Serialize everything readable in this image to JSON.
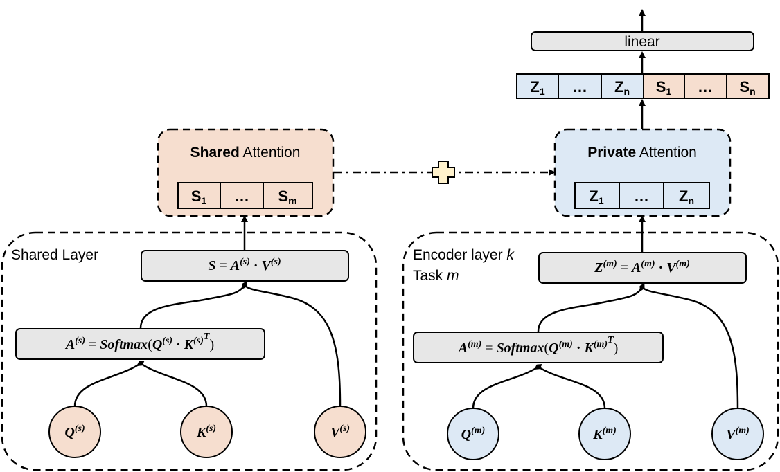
{
  "colors": {
    "shared_fill": "#F6DECF",
    "private_fill": "#DDE9F5",
    "formula_box_fill": "#E7E7E7",
    "plus_fill": "#FFF2CC",
    "stroke": "#000000"
  },
  "shared_attention": {
    "title_bold": "Shared",
    "title_rest": " Attention",
    "cells": [
      "S",
      "…",
      "S"
    ],
    "cell_subs": [
      "1",
      "",
      "m"
    ]
  },
  "private_attention": {
    "title_bold": "Private",
    "title_rest": " Attention",
    "cells": [
      "Z",
      "…",
      "Z"
    ],
    "cell_subs": [
      "1",
      "",
      "n"
    ]
  },
  "output": {
    "linear_label": "linear",
    "cells": [
      "Z",
      "…",
      "Z",
      "S",
      "…",
      "S"
    ],
    "cell_subs": [
      "1",
      "",
      "n",
      "1",
      "",
      "n"
    ]
  },
  "shared_layer": {
    "label": "Shared Layer",
    "out_formula": {
      "lhs": "S",
      "eq": " = ",
      "a": "A",
      "a_sup": "(s)",
      "dot": " · ",
      "v": "V",
      "v_sup": "(s)"
    },
    "attn_formula": {
      "a": "A",
      "a_sup": "(s)",
      "eq": " = ",
      "fn": "Softmax",
      "open": "(",
      "q": "Q",
      "q_sup": "(s)",
      "dot": " · ",
      "k": "K",
      "k_sup": "(s)",
      "t": "T",
      "close": ")"
    },
    "nodes": [
      {
        "base": "Q",
        "sup": "(s)"
      },
      {
        "base": "K",
        "sup": "(s)"
      },
      {
        "base": "V",
        "sup": "(s)"
      }
    ]
  },
  "encoder_layer": {
    "label_line1": "Encoder layer ",
    "label_line1_var": "k",
    "label_line2": "Task ",
    "label_line2_var": "m",
    "out_formula": {
      "lhs": "Z",
      "lhs_sup": "(m)",
      "eq": " = ",
      "a": "A",
      "a_sup": "(m)",
      "dot": " · ",
      "v": "V",
      "v_sup": "(m)"
    },
    "attn_formula": {
      "a": "A",
      "a_sup": "(m)",
      "eq": " = ",
      "fn": "Softmax",
      "open": "(",
      "q": "Q",
      "q_sup": "(m)",
      "dot": " · ",
      "k": "K",
      "k_sup": "(m)",
      "t": "T",
      "close": ")"
    },
    "nodes": [
      {
        "base": "Q",
        "sup": "(m)"
      },
      {
        "base": "K",
        "sup": "(m)"
      },
      {
        "base": "V",
        "sup": "(m)"
      }
    ]
  }
}
